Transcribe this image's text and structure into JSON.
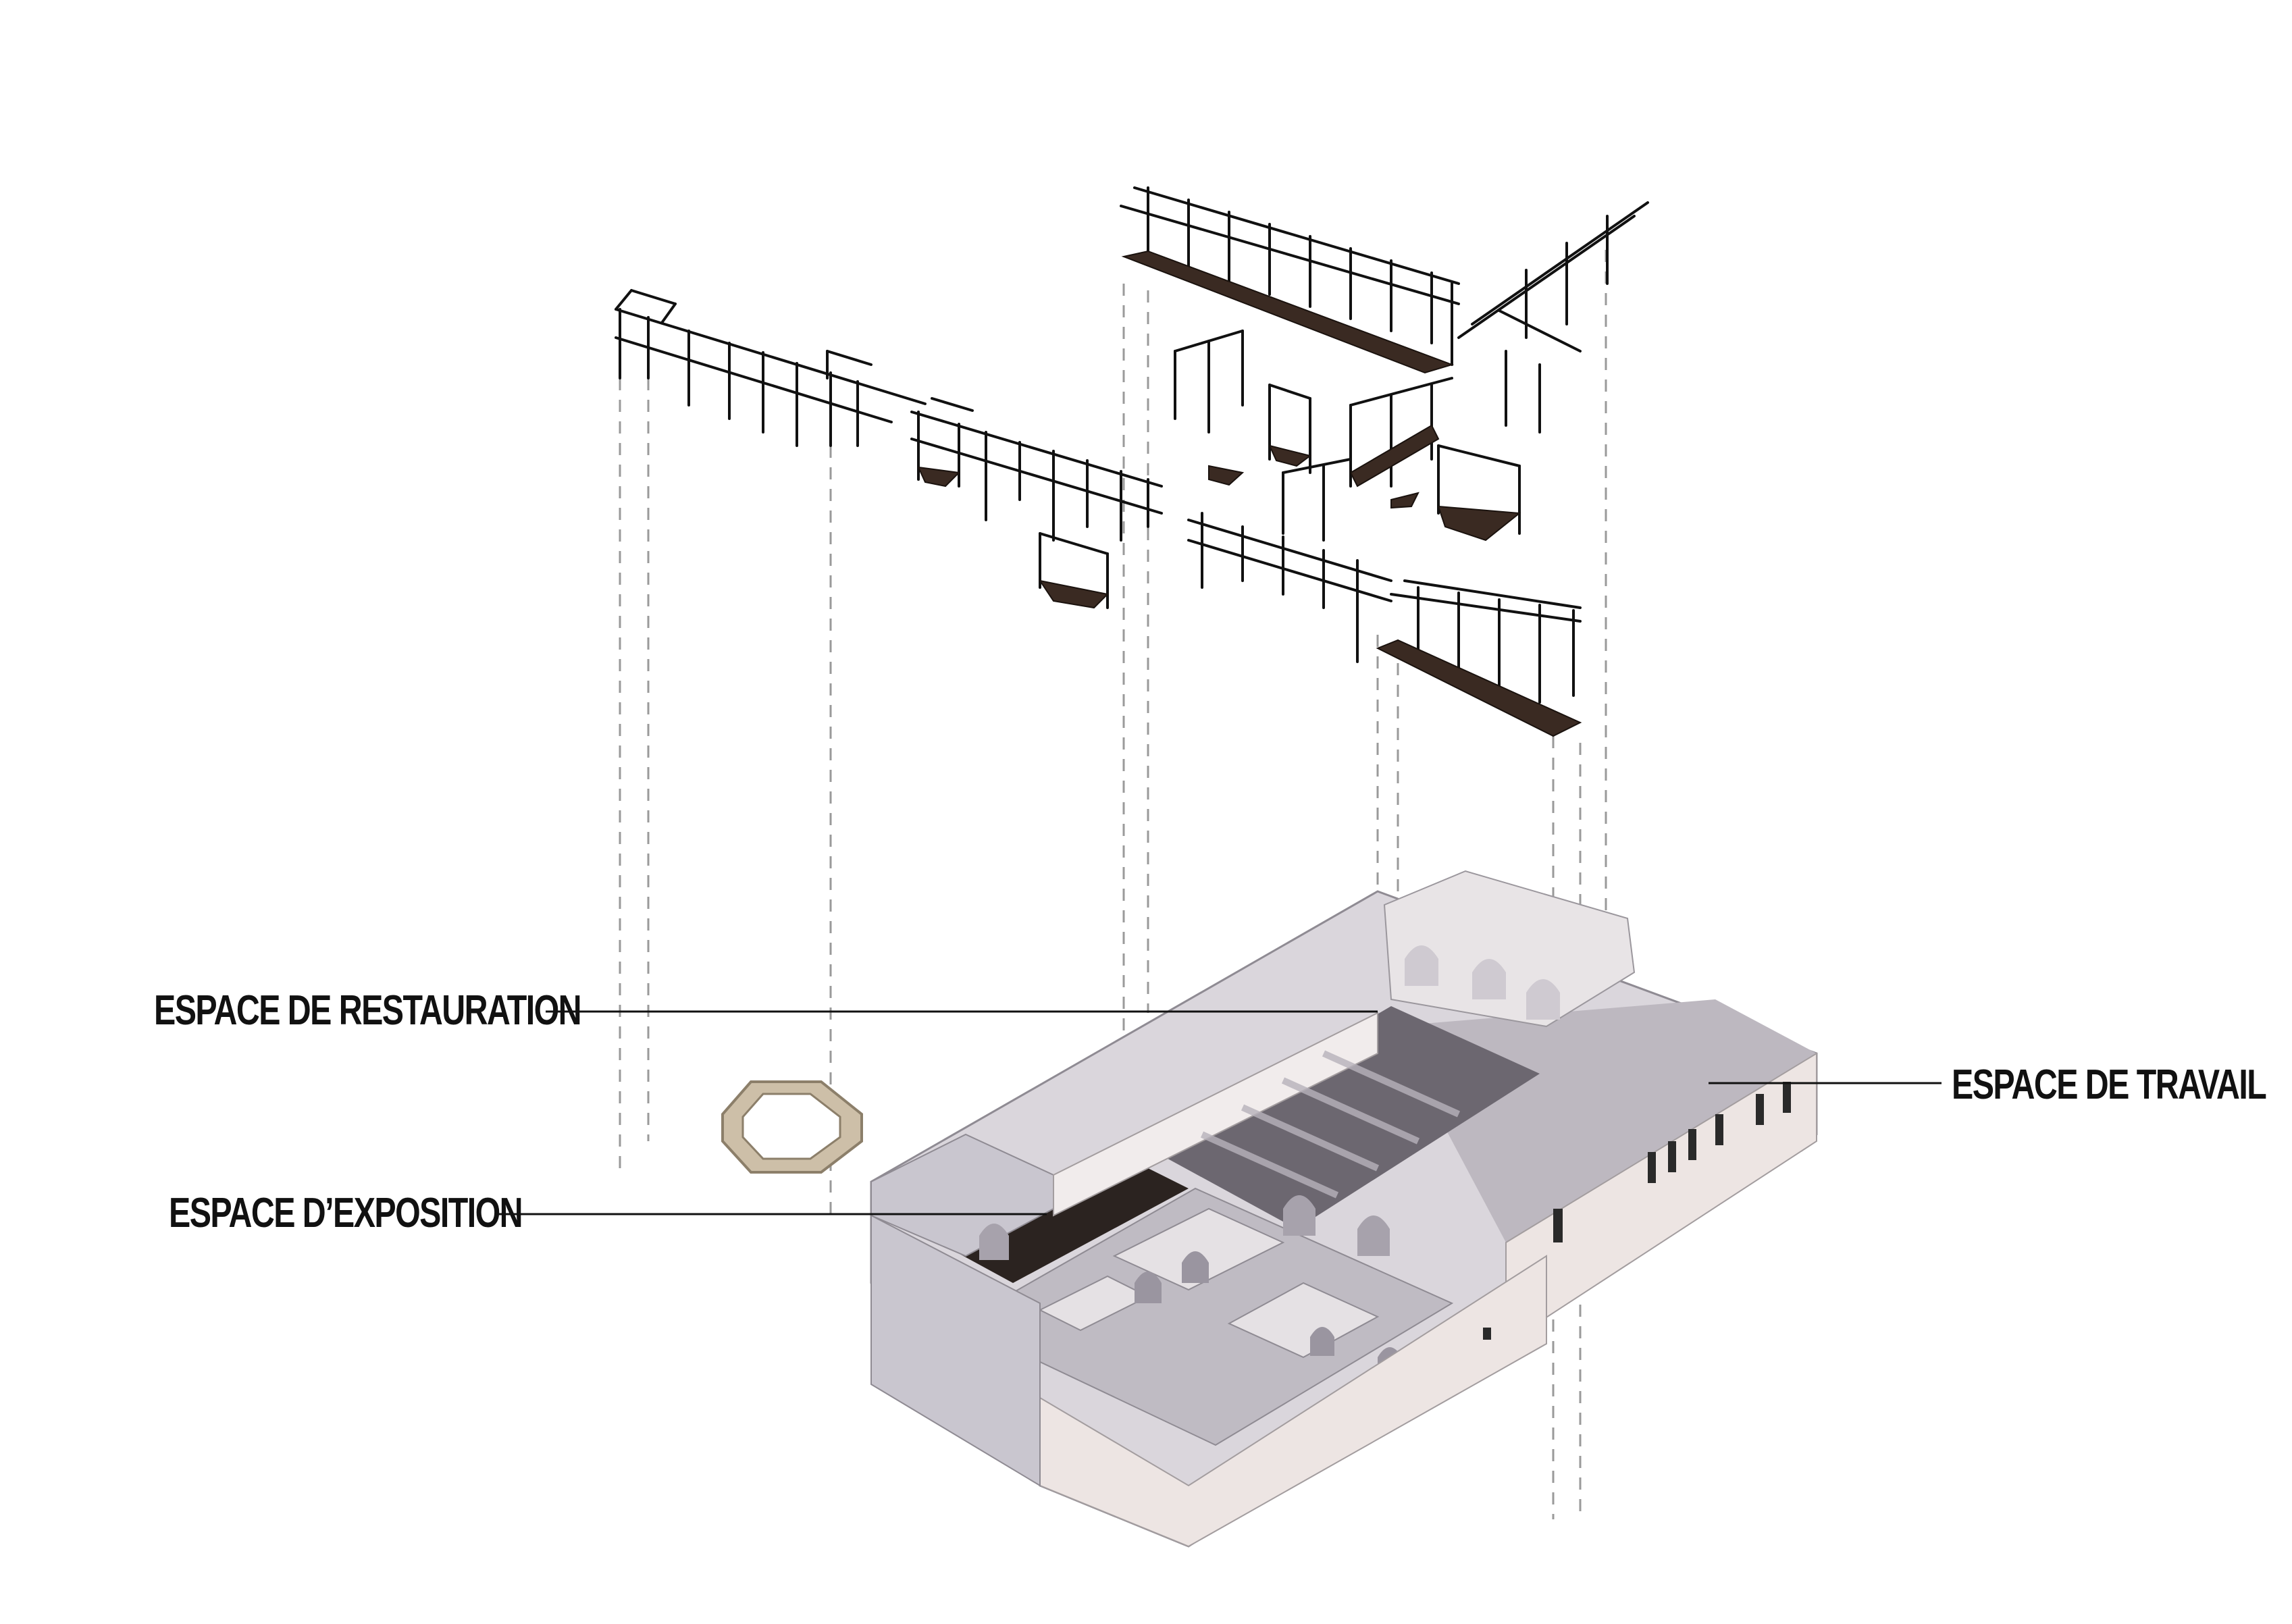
{
  "labels": {
    "restauration": "ESPACE DE RESTAURATION",
    "exposition": "ESPACE D’EXPOSITION",
    "travail": "ESPACE DE TRAVAIL"
  },
  "colors": {
    "background": "#ffffff",
    "scaffold_line": "#111111",
    "platform": "#3a2a22",
    "wall_light": "#ede9ea",
    "wall_shade": "#c9c6cf",
    "floor_dark": "#2b2320",
    "guide_dash": "#9a9a9a"
  }
}
